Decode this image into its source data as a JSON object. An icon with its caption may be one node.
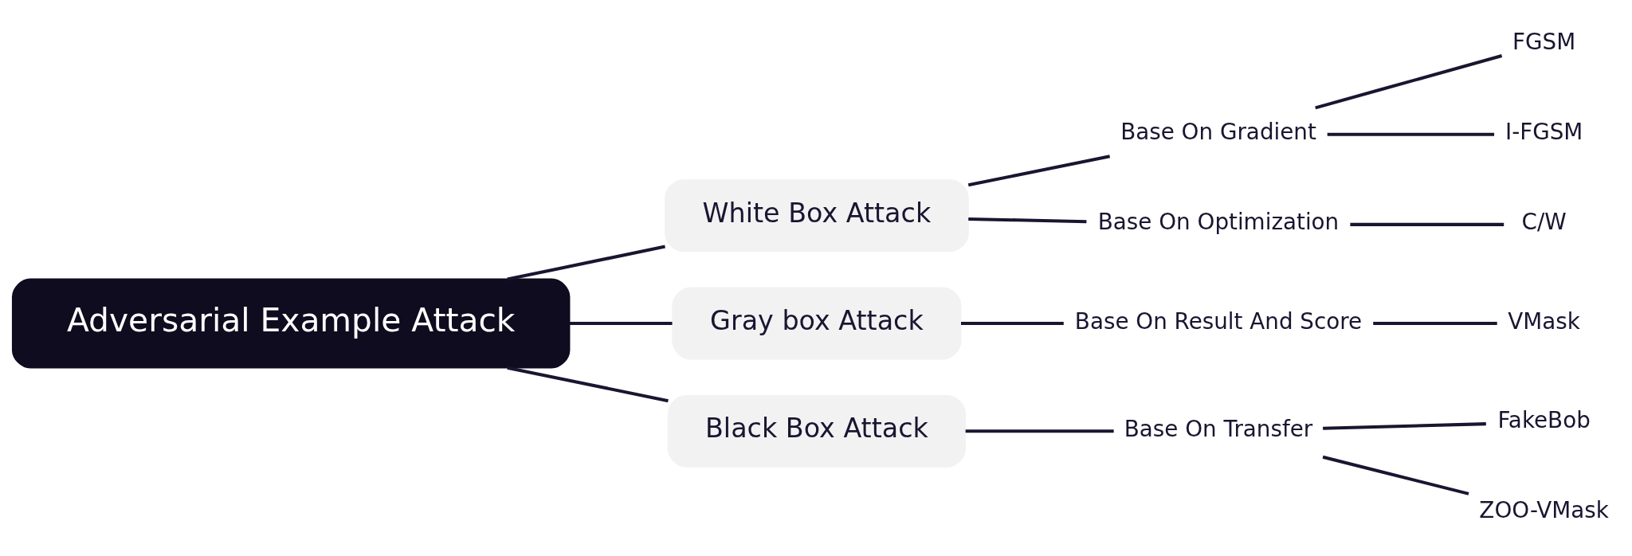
{
  "diagram": {
    "nodes": [
      {
        "text": [
          "Adversarial Example Attack"
        ]
      },
      {
        "text": [
          "White Box Attack"
        ]
      },
      {
        "text": [
          "Base On Gradient"
        ]
      },
      {
        "text": [
          "FGSM"
        ]
      },
      {
        "text": [
          "I-FGSM"
        ]
      },
      {
        "text": [
          "Base On Optimization"
        ]
      },
      {
        "text": [
          "C/W"
        ]
      },
      {
        "text": [
          "Gray box Attack"
        ]
      },
      {
        "text": [
          "Base On Result And Score"
        ]
      },
      {
        "text": [
          "VMask"
        ]
      },
      {
        "text": [
          "Black Box Attack"
        ]
      },
      {
        "text": [
          "Base On Transfer"
        ]
      },
      {
        "text": [
          "FakeBob"
        ]
      },
      {
        "text": [
          "ZOO-VMask"
        ]
      }
    ],
    "edges": [
      {
        "from": 0,
        "to": 1,
        "arrow": "none"
      },
      {
        "from": 1,
        "to": 2,
        "arrow": "none"
      },
      {
        "from": 2,
        "to": 3,
        "arrow": "none"
      },
      {
        "from": 2,
        "to": 4,
        "arrow": "none"
      },
      {
        "from": 1,
        "to": 5,
        "arrow": "none"
      },
      {
        "from": 5,
        "to": 6,
        "arrow": "none"
      },
      {
        "from": 0,
        "to": 7,
        "arrow": "none"
      },
      {
        "from": 7,
        "to": 8,
        "arrow": "none"
      },
      {
        "from": 8,
        "to": 9,
        "arrow": "none"
      },
      {
        "from": 0,
        "to": 10,
        "arrow": "none"
      },
      {
        "from": 10,
        "to": 11,
        "arrow": "none"
      },
      {
        "from": 11,
        "to": 12,
        "arrow": "none"
      },
      {
        "from": 11,
        "to": 13,
        "arrow": "none"
      }
    ]
  }
}
